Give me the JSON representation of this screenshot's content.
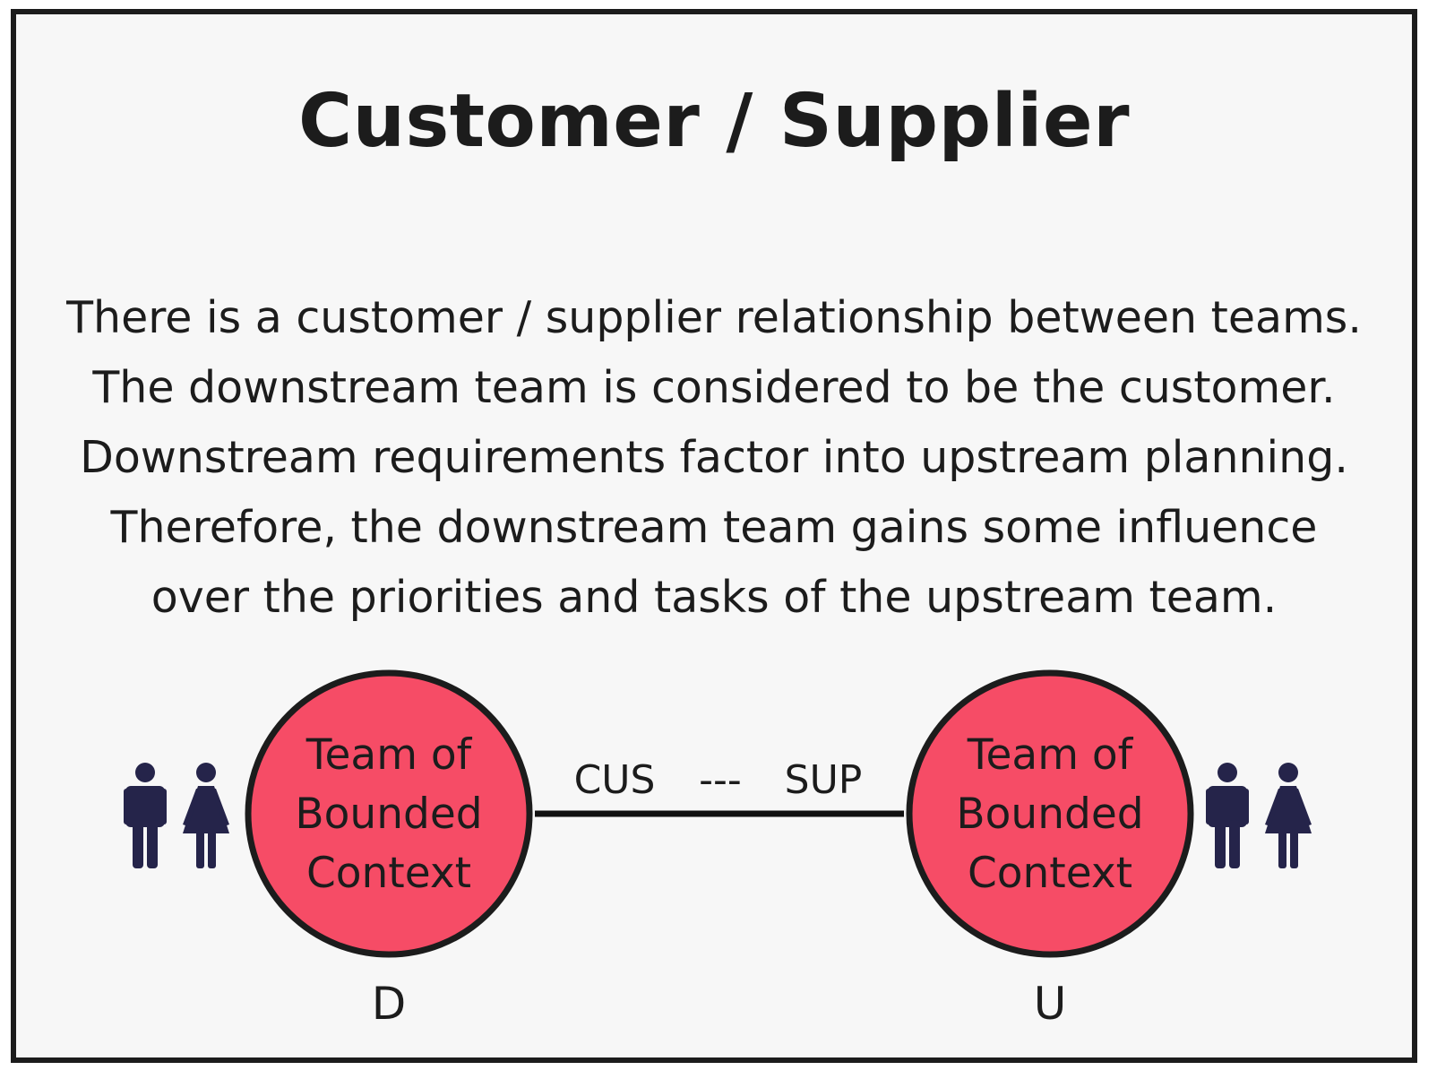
{
  "title": "Customer / Supplier",
  "description": [
    "There is a customer / supplier relationship between teams.",
    "The downstream team is considered to be the customer.",
    "Downstream requirements factor into upstream planning.",
    "Therefore, the downstream team gains some influence",
    "over the priorities and tasks of the upstream team."
  ],
  "downstream": {
    "circle_lines": [
      "Team of",
      "Bounded",
      "Context"
    ],
    "role": "D"
  },
  "upstream": {
    "circle_lines": [
      "Team of",
      "Bounded",
      "Context"
    ],
    "role": "U"
  },
  "connection": {
    "left_label": "CUS",
    "middle_label": "---",
    "right_label": "SUP"
  },
  "colors": {
    "circle_fill": "#f64c66",
    "circle_stroke": "#1c1c1c",
    "people": "#25244a",
    "text": "#1c1c1c"
  },
  "icons": {
    "people": [
      "man-icon",
      "woman-icon"
    ]
  }
}
